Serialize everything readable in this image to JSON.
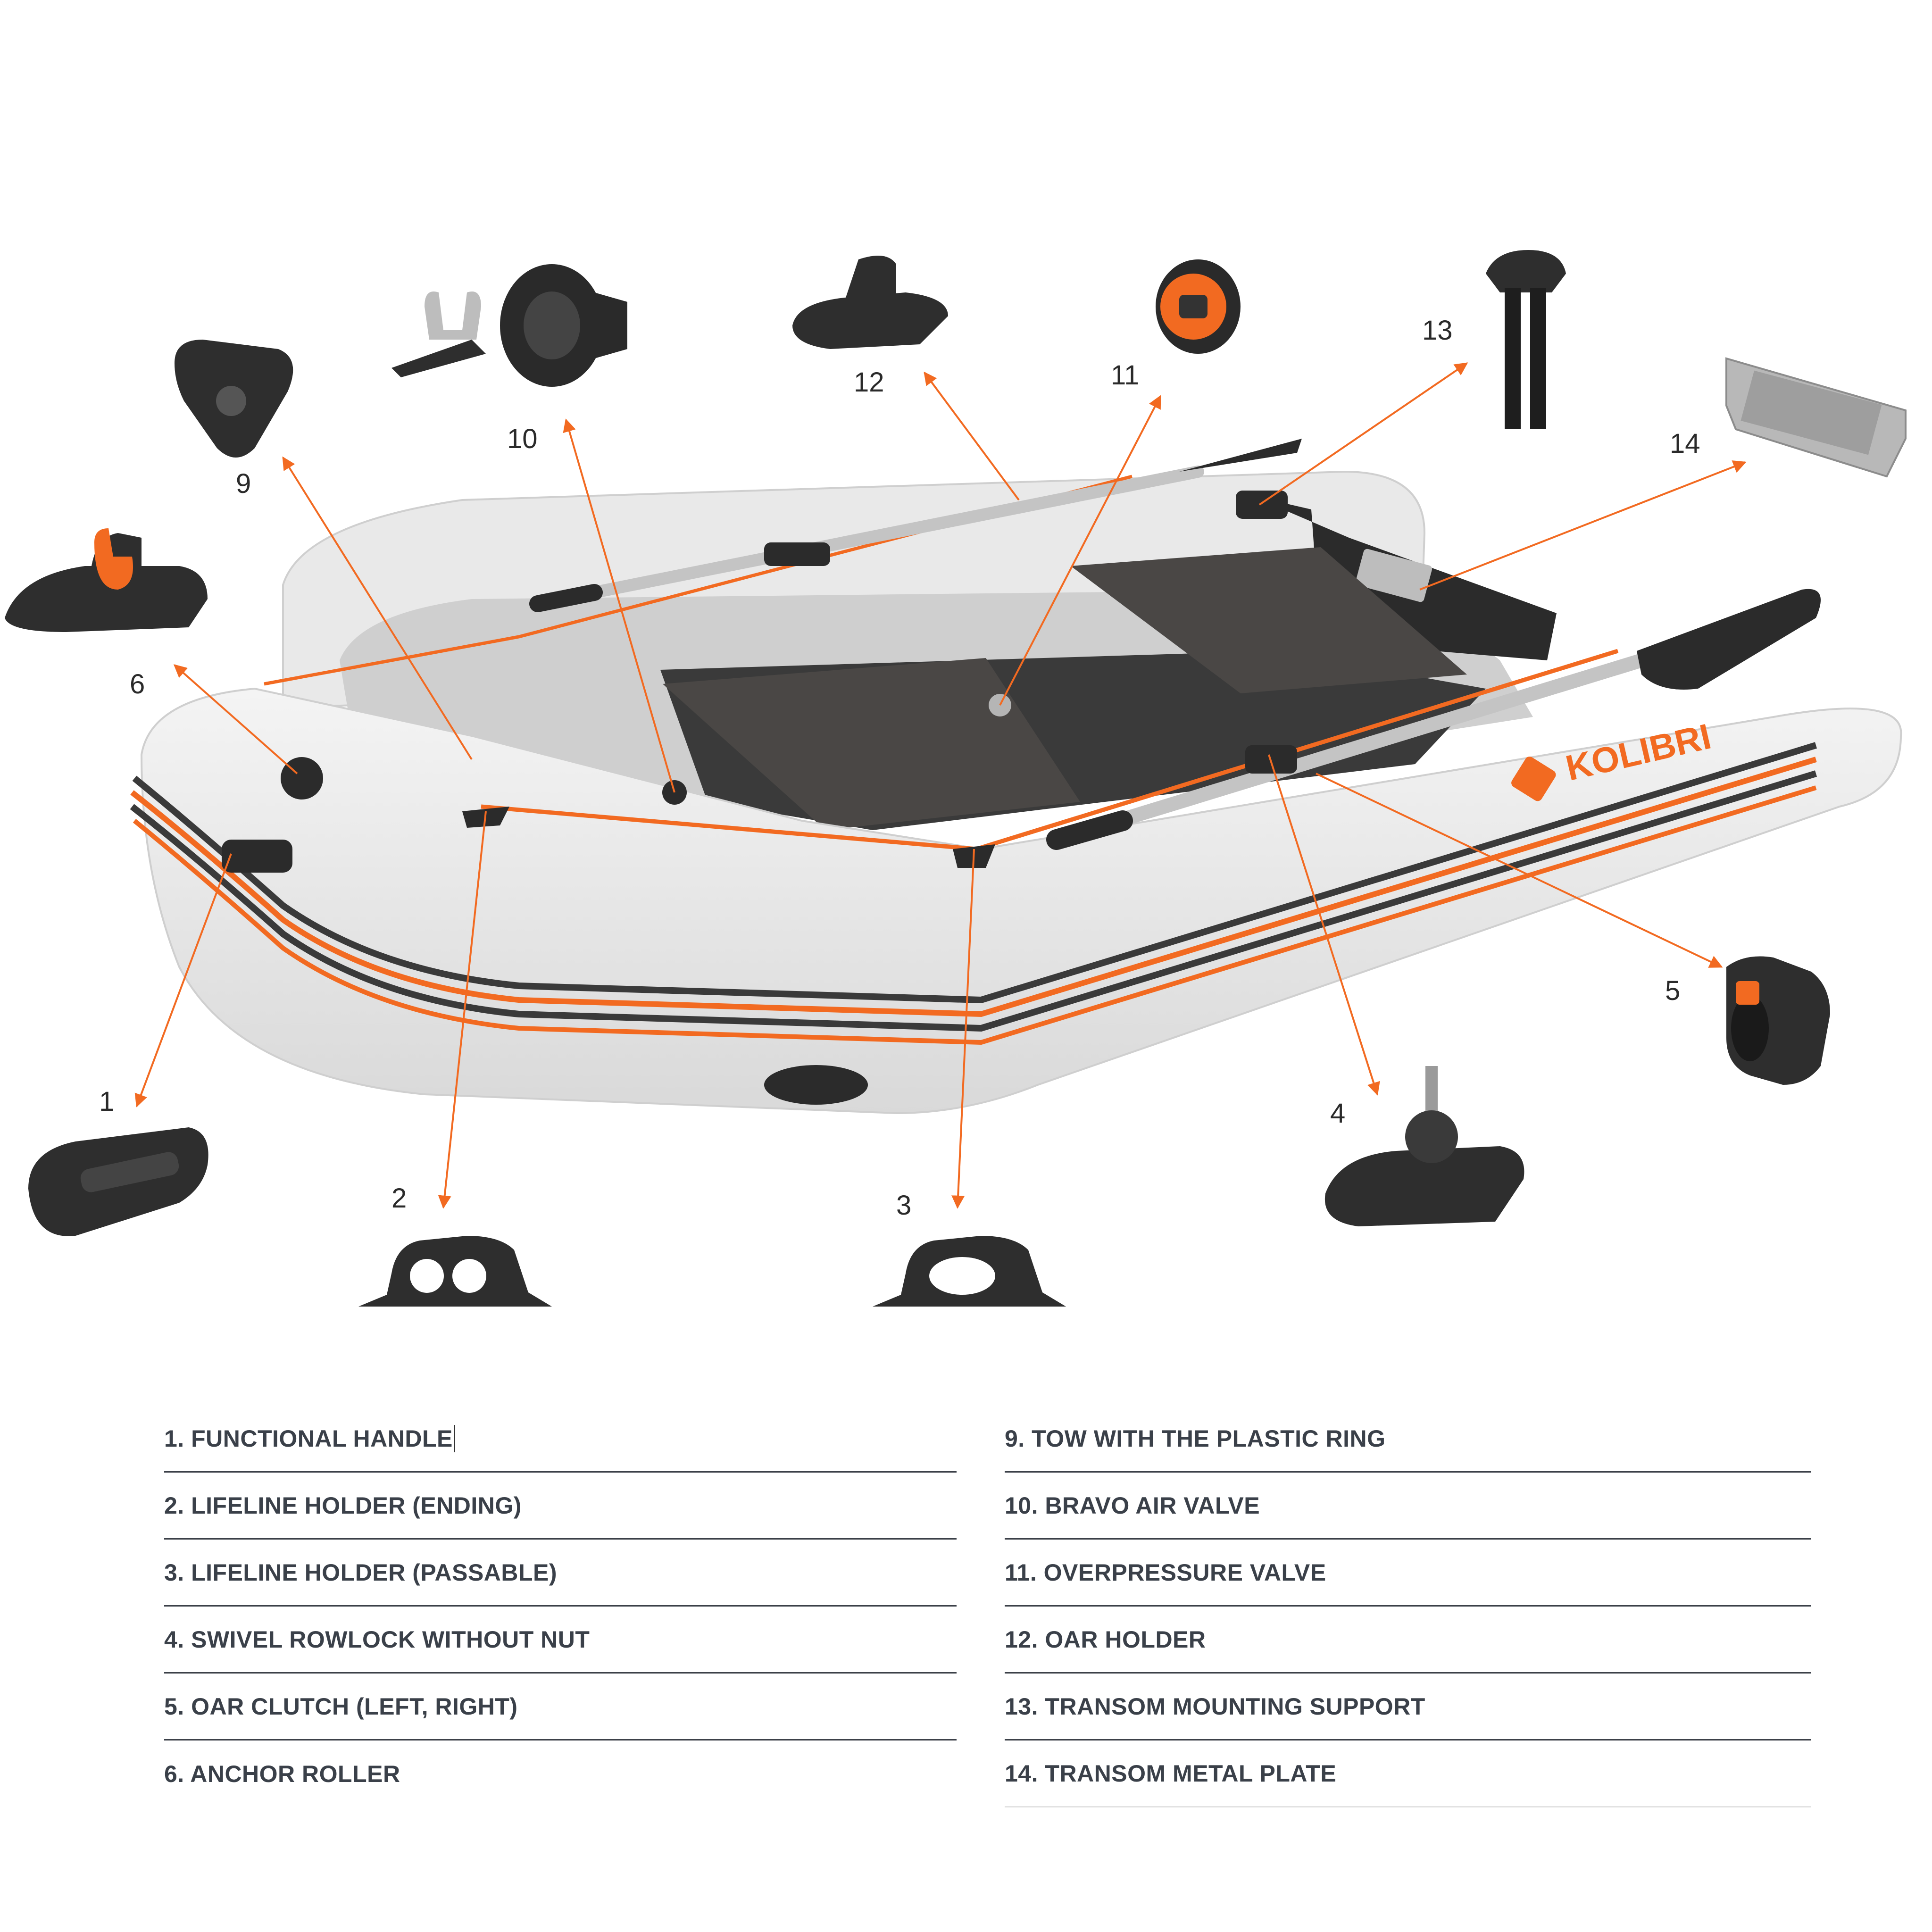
{
  "brand": {
    "logo_text": "KOLIBRI",
    "accent": "#f26a21",
    "hull": "#ececec",
    "dark": "#2b2b2b"
  },
  "callouts": {
    "c1": "1",
    "c2": "2",
    "c3": "3",
    "c4": "4",
    "c5": "5",
    "c6": "6",
    "c9": "9",
    "c10": "10",
    "c11": "11",
    "c12": "12",
    "c13": "13",
    "c14": "14"
  },
  "legend": {
    "left": [
      "1. FUNCTIONAL HANDLE",
      "2. LIFELINE HOLDER (ENDING)",
      "3. LIFELINE HOLDER (PASSABLE)",
      "4. SWIVEL ROWLOCK WITHOUT NUT",
      "5. OAR CLUTCH (LEFT, RIGHT)",
      "6. ANCHOR ROLLER"
    ],
    "right": [
      "9. TOW WITH THE PLASTIC RING",
      "10. BRAVO AIR VALVE",
      "11. OVERPRESSURE VALVE",
      "12. OAR HOLDER",
      "13. TRANSOM MOUNTING SUPPORT",
      "14. TRANSOM METAL PLATE"
    ]
  }
}
